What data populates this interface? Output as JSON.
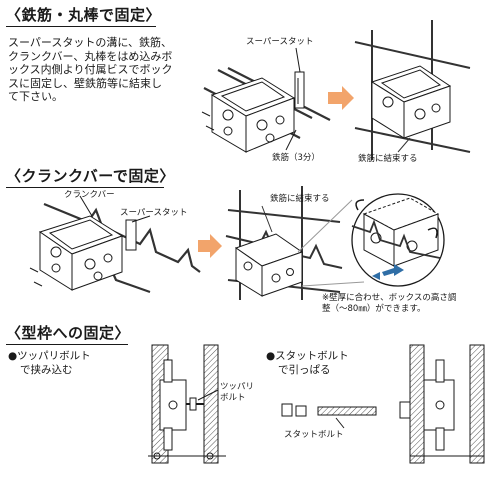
{
  "sections": [
    {
      "title": "〈鉄筋・丸棒で固定〉",
      "description": [
        "スーパースタットの溝に、鉄筋、",
        "クランクバー、丸棒をはめ込みボ",
        "ックス内側より付属ビスでボック",
        "スに固定し、壁鉄筋等に結束し",
        "て下さい。"
      ],
      "labels": {
        "stud": "スーパースタット",
        "rebar": "鉄筋（3分）",
        "tie": "鉄筋に結束する"
      }
    },
    {
      "title": "〈クランクバーで固定〉",
      "labels": {
        "crankbar": "クランクバー",
        "stud": "スーパースタット",
        "tie": "鉄筋に結束する"
      },
      "note": [
        "※壁厚に合わせ、ボックスの高さ調",
        "整（～80㎜）ができます。"
      ]
    },
    {
      "title": "〈型枠への固定〉",
      "methods": [
        {
          "bullet": "●",
          "lines": [
            "ツッパリボルト",
            "で挟み込む"
          ],
          "part_label": [
            "ツッパリ",
            "ボルト"
          ]
        },
        {
          "bullet": "●",
          "lines": [
            "スタットボルト",
            "で引っぱる"
          ],
          "part_label": [
            "スタットボルト"
          ]
        }
      ]
    }
  ]
}
